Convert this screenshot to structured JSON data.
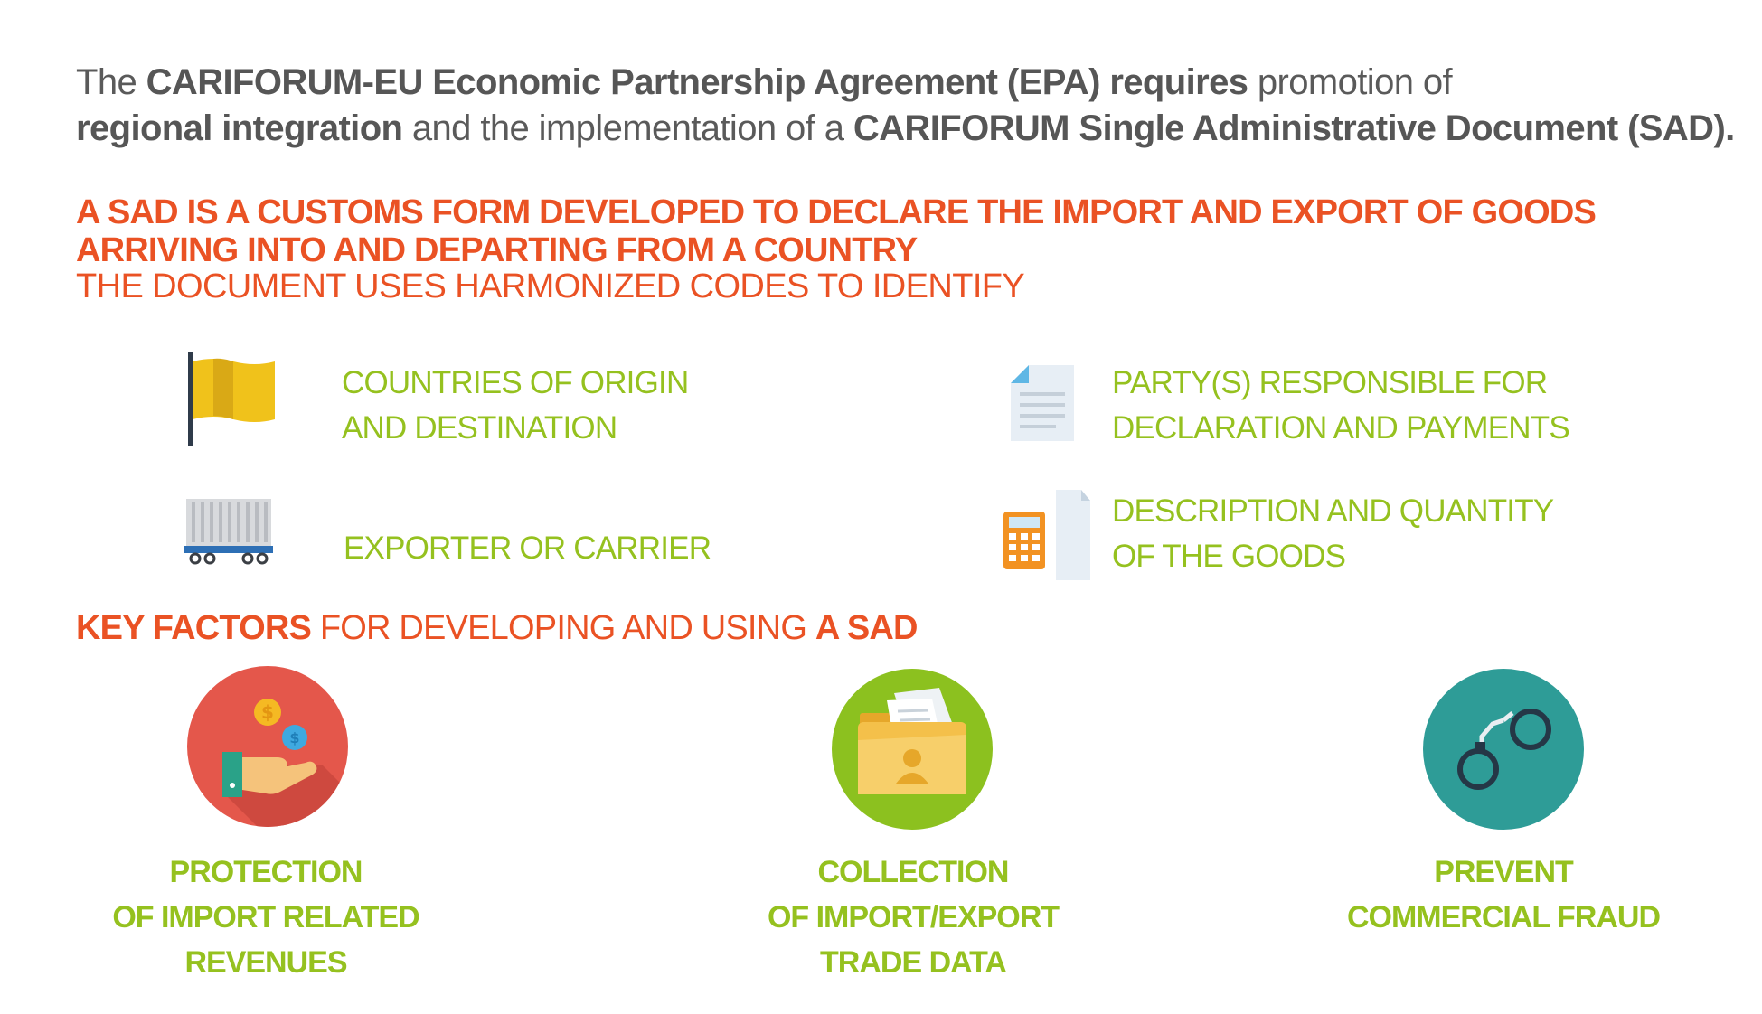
{
  "intro": {
    "p1": "The ",
    "b1": "CARIFORUM-EU Economic Partnership Agreement (EPA) requires",
    "p2": " promotion of",
    "b2": "regional integration",
    "p3": " and the implementation of a ",
    "b3": "CARIFORUM Single Administrative Document (SAD)."
  },
  "headline": {
    "line1": "A SAD IS A CUSTOMS FORM DEVELOPED TO DECLARE THE IMPORT AND EXPORT OF GOODS",
    "line2": "ARRIVING INTO AND DEPARTING FROM A COUNTRY"
  },
  "subhead": "THE DOCUMENT USES HARMONIZED CODES TO IDENTIFY",
  "items": [
    {
      "icon": "flag-icon",
      "line1": "COUNTRIES OF ORIGIN",
      "line2": "AND DESTINATION"
    },
    {
      "icon": "document-icon",
      "line1": "PARTY(S) RESPONSIBLE FOR",
      "line2": "DECLARATION AND PAYMENTS"
    },
    {
      "icon": "truck-container-icon",
      "line1": "EXPORTER OR CARRIER"
    },
    {
      "icon": "calculator-icon",
      "line1": "DESCRIPTION AND QUANTITY",
      "line2": "OF THE GOODS"
    }
  ],
  "key_heading": {
    "strong1": "KEY FACTORS",
    "middle": " FOR DEVELOPING AND USING ",
    "strong2": "A SAD"
  },
  "factors": [
    {
      "icon": "hand-coins-icon",
      "line1": "PROTECTION",
      "line2": "OF IMPORT RELATED",
      "line3": "REVENUES"
    },
    {
      "icon": "folder-documents-icon",
      "line1": "COLLECTION",
      "line2": "OF IMPORT/EXPORT",
      "line3": "TRADE DATA"
    },
    {
      "icon": "handcuffs-icon",
      "line1": "PREVENT",
      "line2": "COMMERCIAL FRAUD"
    }
  ],
  "colors": {
    "orange": "#ea5224",
    "green": "#95c11f",
    "gray": "#5a5a5a",
    "red_circle": "#e4574b",
    "green_circle": "#8cc11f",
    "teal_circle": "#2e9c97"
  }
}
